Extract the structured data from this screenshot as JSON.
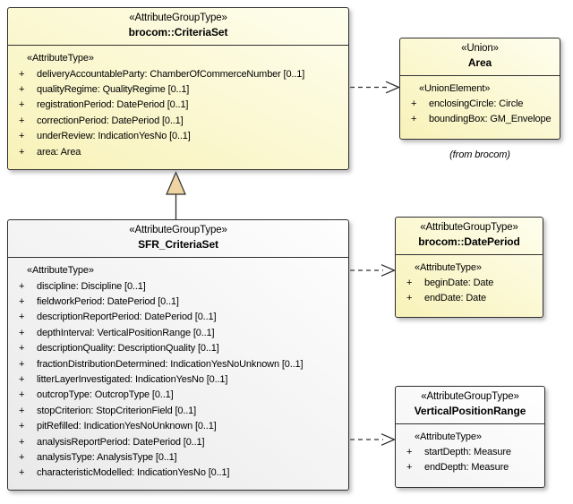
{
  "ui": {
    "plus": "+"
  },
  "colors": {
    "box_fill_yellow_dark": "#F8F2B8",
    "box_fill_yellow_light": "#FEFEEE",
    "box_fill_gray": "#E9E9E9",
    "border": "#2F2F2F",
    "generalization_triangle_fill": "#EFD3A3",
    "background": "#FFFFFF"
  },
  "classes": {
    "criteriaSet": {
      "stereotype": "«AttributeGroupType»",
      "name": "brocom::CriteriaSet",
      "section_label": "«AttributeType»",
      "attrs": [
        "deliveryAccountableParty: ChamberOfCommerceNumber [0..1]",
        "qualityRegime: QualityRegime [0..1]",
        "registrationPeriod: DatePeriod [0..1]",
        "correctionPeriod: DatePeriod [0..1]",
        "underReview: IndicationYesNo [0..1]",
        "area: Area"
      ]
    },
    "area": {
      "stereotype": "«Union»",
      "name": "Area",
      "section_label": "«UnionElement»",
      "attrs": [
        "enclosingCircle: Circle",
        "boundingBox: GM_Envelope"
      ],
      "origin_note": "(from brocom)"
    },
    "sfr": {
      "stereotype": "«AttributeGroupType»",
      "name": "SFR_CriteriaSet",
      "section_label": "«AttributeType»",
      "attrs": [
        "discipline: Discipline [0..1]",
        "fieldworkPeriod: DatePeriod [0..1]",
        "descriptionReportPeriod: DatePeriod [0..1]",
        "depthInterval: VerticalPositionRange [0..1]",
        "descriptionQuality: DescriptionQuality [0..1]",
        "fractionDistributionDetermined: IndicationYesNoUnknown [0..1]",
        "litterLayerInvestigated: IndicationYesNo [0..1]",
        "outcropType: OutcropType [0..1]",
        "stopCriterion: StopCriterionField [0..1]",
        "pitRefilled: IndicationYesNoUnknown [0..1]",
        "analysisReportPeriod: DatePeriod [0..1]",
        "analysisType: AnalysisType [0..1]",
        "characteristicModelled: IndicationYesNo [0..1]"
      ]
    },
    "datePeriod": {
      "stereotype": "«AttributeGroupType»",
      "name": "brocom::DatePeriod",
      "section_label": "«AttributeType»",
      "attrs": [
        "beginDate: Date",
        "endDate: Date"
      ]
    },
    "verticalPositionRange": {
      "stereotype": "«AttributeGroupType»",
      "name": "VerticalPositionRange",
      "section_label": "«AttributeType»",
      "attrs": [
        "startDepth: Measure",
        "endDepth: Measure"
      ]
    }
  },
  "relationships": [
    {
      "type": "generalization",
      "from": "SFR_CriteriaSet",
      "to": "brocom::CriteriaSet"
    },
    {
      "type": "dependency",
      "from": "brocom::CriteriaSet",
      "to": "Area"
    },
    {
      "type": "dependency",
      "from": "SFR_CriteriaSet",
      "to": "brocom::DatePeriod"
    },
    {
      "type": "dependency",
      "from": "SFR_CriteriaSet",
      "to": "VerticalPositionRange"
    }
  ]
}
